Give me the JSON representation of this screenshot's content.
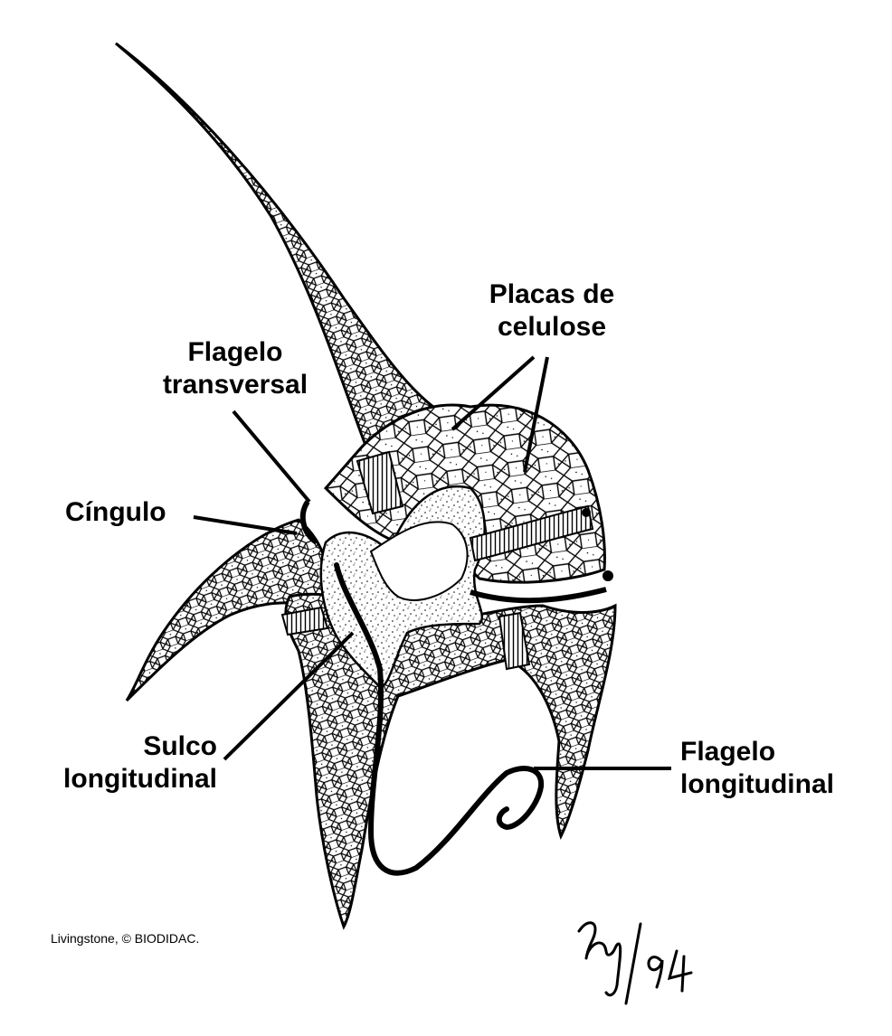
{
  "labels": {
    "placas": [
      "Placas de",
      "celulose"
    ],
    "flagelo_transversal": [
      "Flagelo",
      "transversal"
    ],
    "cingulo": "Cíngulo",
    "sulco_longitudinal": [
      "Sulco",
      "longitudinal"
    ],
    "flagelo_longitudinal": [
      "Flagelo",
      "longitudinal"
    ]
  },
  "credit": "Livingstone, © BIODIDAC.",
  "signature_text": "Iuy/94",
  "colors": {
    "ink": "#000000",
    "paper": "#ffffff"
  }
}
